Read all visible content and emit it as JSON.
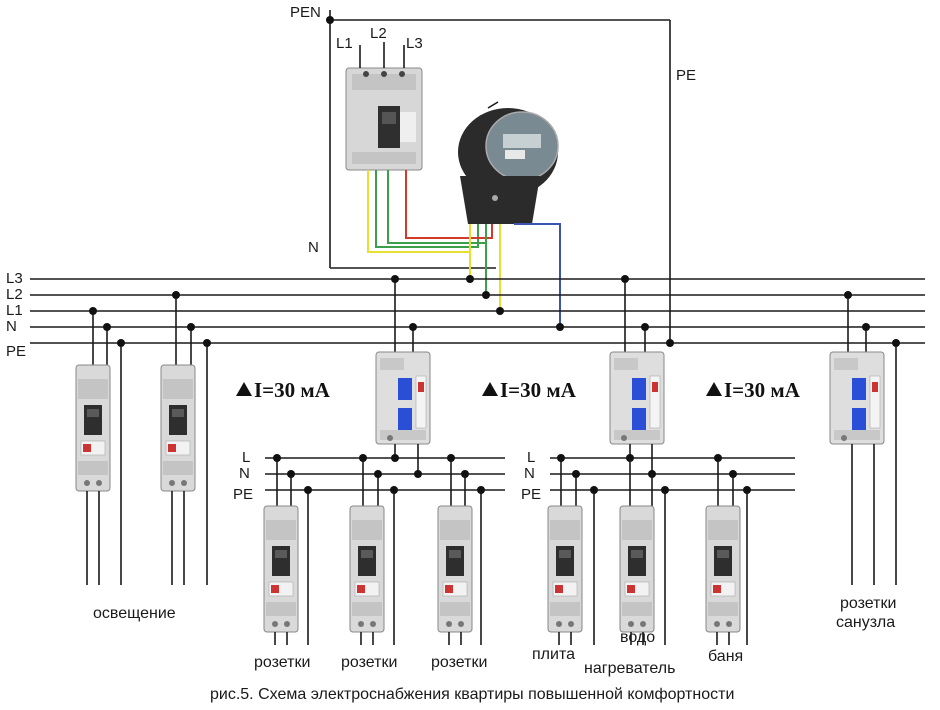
{
  "labels": {
    "pen": "PEN",
    "pe_top": "PE",
    "n_meter": "N",
    "phase1": "L1",
    "phase2": "L2",
    "phase3": "L3",
    "bus": {
      "l3": "L3",
      "l2": "L2",
      "l1": "L1",
      "n": "N",
      "pe": "PE"
    },
    "rcd_current": "I=30 мА",
    "group1": {
      "l": "L",
      "n": "N",
      "pe": "PE"
    },
    "group2": {
      "l": "L",
      "n": "N",
      "pe": "PE"
    }
  },
  "loads": {
    "lighting": "освещение",
    "sockets1": "розетки",
    "sockets2": "розетки",
    "sockets3": "розетки",
    "stove": "плита",
    "water_heater_1": "водо",
    "water_heater_2": "нагреватель",
    "sauna": "баня",
    "bath_sockets_1": "розетки",
    "bath_sockets_2": "санузла"
  },
  "caption": "рис.5. Схема электроснабжения квартиры повышенной комфортности",
  "colors": {
    "wire": "#1a1a1a",
    "breaker_body": "#d9d9d9",
    "breaker_dark": "#333333",
    "rcd_blue": "#2a4fd6",
    "meter_body": "#2b2b2b",
    "wire_yellow": "#e8e030",
    "wire_green": "#3aa04a",
    "wire_red": "#d43a2a",
    "wire_blue": "#3a55b0"
  }
}
